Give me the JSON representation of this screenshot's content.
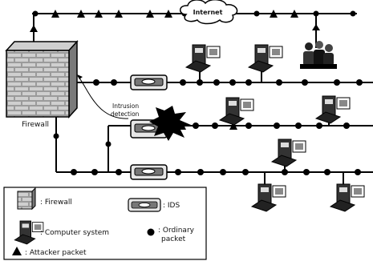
{
  "network": {
    "internet_label": "Internet",
    "firewall_label": "Firewall",
    "intrusion_label_line1": "Intrusion",
    "intrusion_label_line2": "detection"
  },
  "legend": {
    "firewall": ": Firewall",
    "ids": ": IDS",
    "computer": ": Computer system",
    "ordinary_line1": ": Ordinary",
    "ordinary_line2": "packet",
    "attacker": ": Attacker  packet"
  }
}
